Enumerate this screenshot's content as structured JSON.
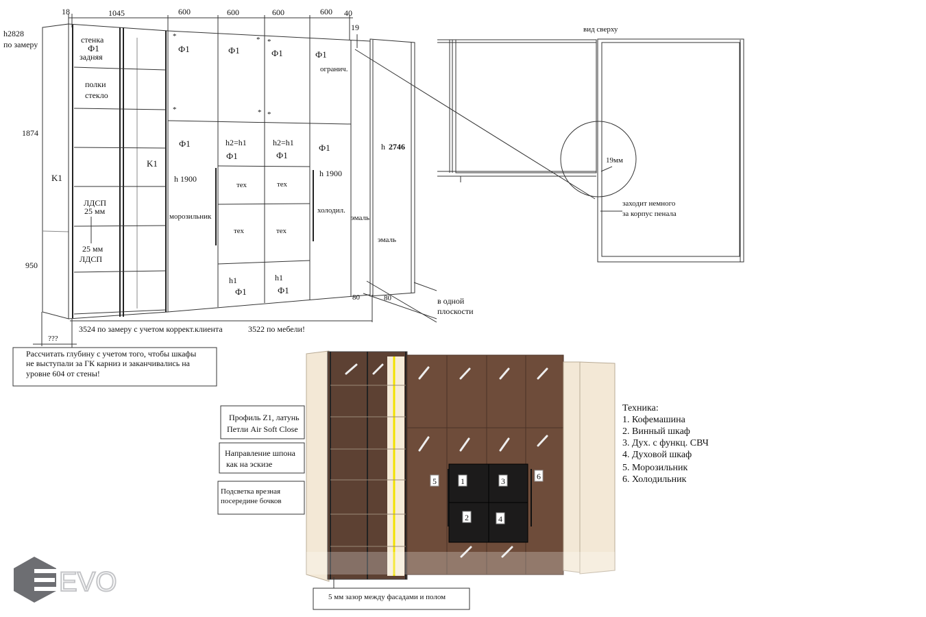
{
  "front_view": {
    "dims_top": [
      "18",
      "1045",
      "600",
      "600",
      "600",
      "600",
      "40"
    ],
    "dim_19": "19",
    "height_label": "h2828",
    "height_sub": "по замеру",
    "dim_1874": "1874",
    "dim_950": "950",
    "k1_left": "K1",
    "k1_inner": "K1",
    "back_wall": [
      "стенка",
      "Ф1",
      "задняя"
    ],
    "shelves": [
      "полки",
      "стекло"
    ],
    "ldsp_top": [
      "ЛДСП",
      "25 мм"
    ],
    "ldsp_bottom": [
      "25 мм",
      "ЛДСП"
    ],
    "f1": "Ф1",
    "limiter": "огранич.",
    "h2h1": "h2=h1",
    "h1": "h1",
    "tech": "тех",
    "h1900": "h 1900",
    "freezer": "морозильник",
    "fridge": "холодил.",
    "enamel": "эмаль",
    "h2746_prefix": "h",
    "h2746": "2746",
    "dim_80": "80",
    "same_plane": [
      "в одной",
      "плоскости"
    ],
    "width_client": "3524 по замеру с учетом коррект.клиента",
    "width_furniture": "3522 по мебели!",
    "unknown": "???",
    "asterisk": "*",
    "note_depth": [
      "Рассчитать глубину с учетом того, чтобы шкафы",
      "не выступали за ГК карниз и заканчивались на",
      "уровне 604 от стены!"
    ]
  },
  "top_view": {
    "title": "вид сверху",
    "dim_19mm": "19мм",
    "note": [
      "заходит немного",
      "за корпус пенала"
    ]
  },
  "render": {
    "notes": {
      "profile": [
        "Профиль Z1, латунь",
        "Петли Air Soft Close"
      ],
      "veneer": [
        "Направление шпона",
        "как  на эскизе"
      ],
      "lighting": [
        "Подсветка врезная",
        "посередине бочков"
      ],
      "gap": "5 мм зазор между фасадами и полом"
    },
    "markers": [
      "1",
      "2",
      "3",
      "4",
      "5",
      "6"
    ],
    "colors": {
      "wood": "#6e4c3a",
      "cream": "#f3e8d6",
      "led": "#f2e200",
      "oven": "#1c1b1b"
    }
  },
  "appliances": {
    "title": "Техника:",
    "items": [
      "1. Кофемашина",
      "2. Винный шкаф",
      "3. Дух. с функц. СВЧ",
      "4. Духовой шкаф",
      "5. Морозильник",
      "6. Холодильник"
    ]
  },
  "logo": {
    "text": "EVO"
  }
}
